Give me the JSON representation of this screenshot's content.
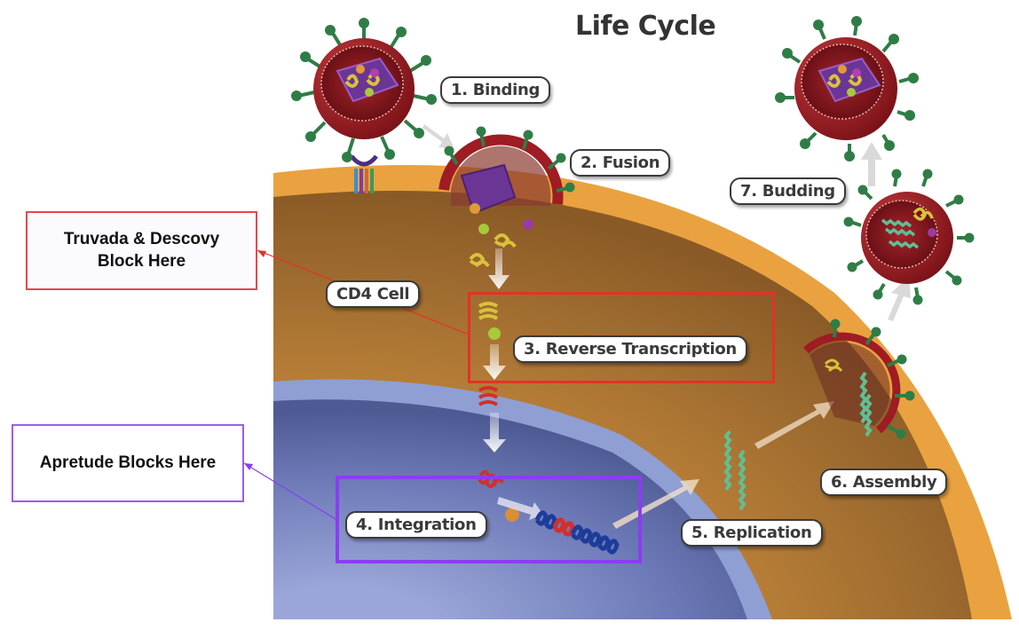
{
  "title": "Life Cycle",
  "cell_label": "CD4 Cell",
  "steps": [
    {
      "number": 1,
      "label": "1. Binding"
    },
    {
      "number": 2,
      "label": "2. Fusion"
    },
    {
      "number": 3,
      "label": "3. Reverse Transcription"
    },
    {
      "number": 4,
      "label": "4. Integration"
    },
    {
      "number": 5,
      "label": "5. Replication"
    },
    {
      "number": 6,
      "label": "6. Assembly"
    },
    {
      "number": 7,
      "label": "7. Budding"
    }
  ],
  "callouts": {
    "truvada": {
      "line1": "Truvada & Descovy",
      "line2": "Block Here",
      "target_step": 3,
      "color": "#e53127"
    },
    "apretude": {
      "text": "Apretude Blocks Here",
      "target_step": 4,
      "color": "#8a3ef0"
    }
  },
  "colors": {
    "cell_membrane": "#e9a23f",
    "cytoplasm": "#9c6a2e",
    "nuclear_envelope": "#8f9fd4",
    "nucleus": "#5c6aa6",
    "virus_shell": "#9e1c23",
    "spike": "#2f7d46",
    "capsid": "#6b3596",
    "rna": "#d9c23a",
    "viral_dna": "#d2302a",
    "host_dna": "#1d3c9a",
    "replicated_rna": "#5fbf95"
  }
}
